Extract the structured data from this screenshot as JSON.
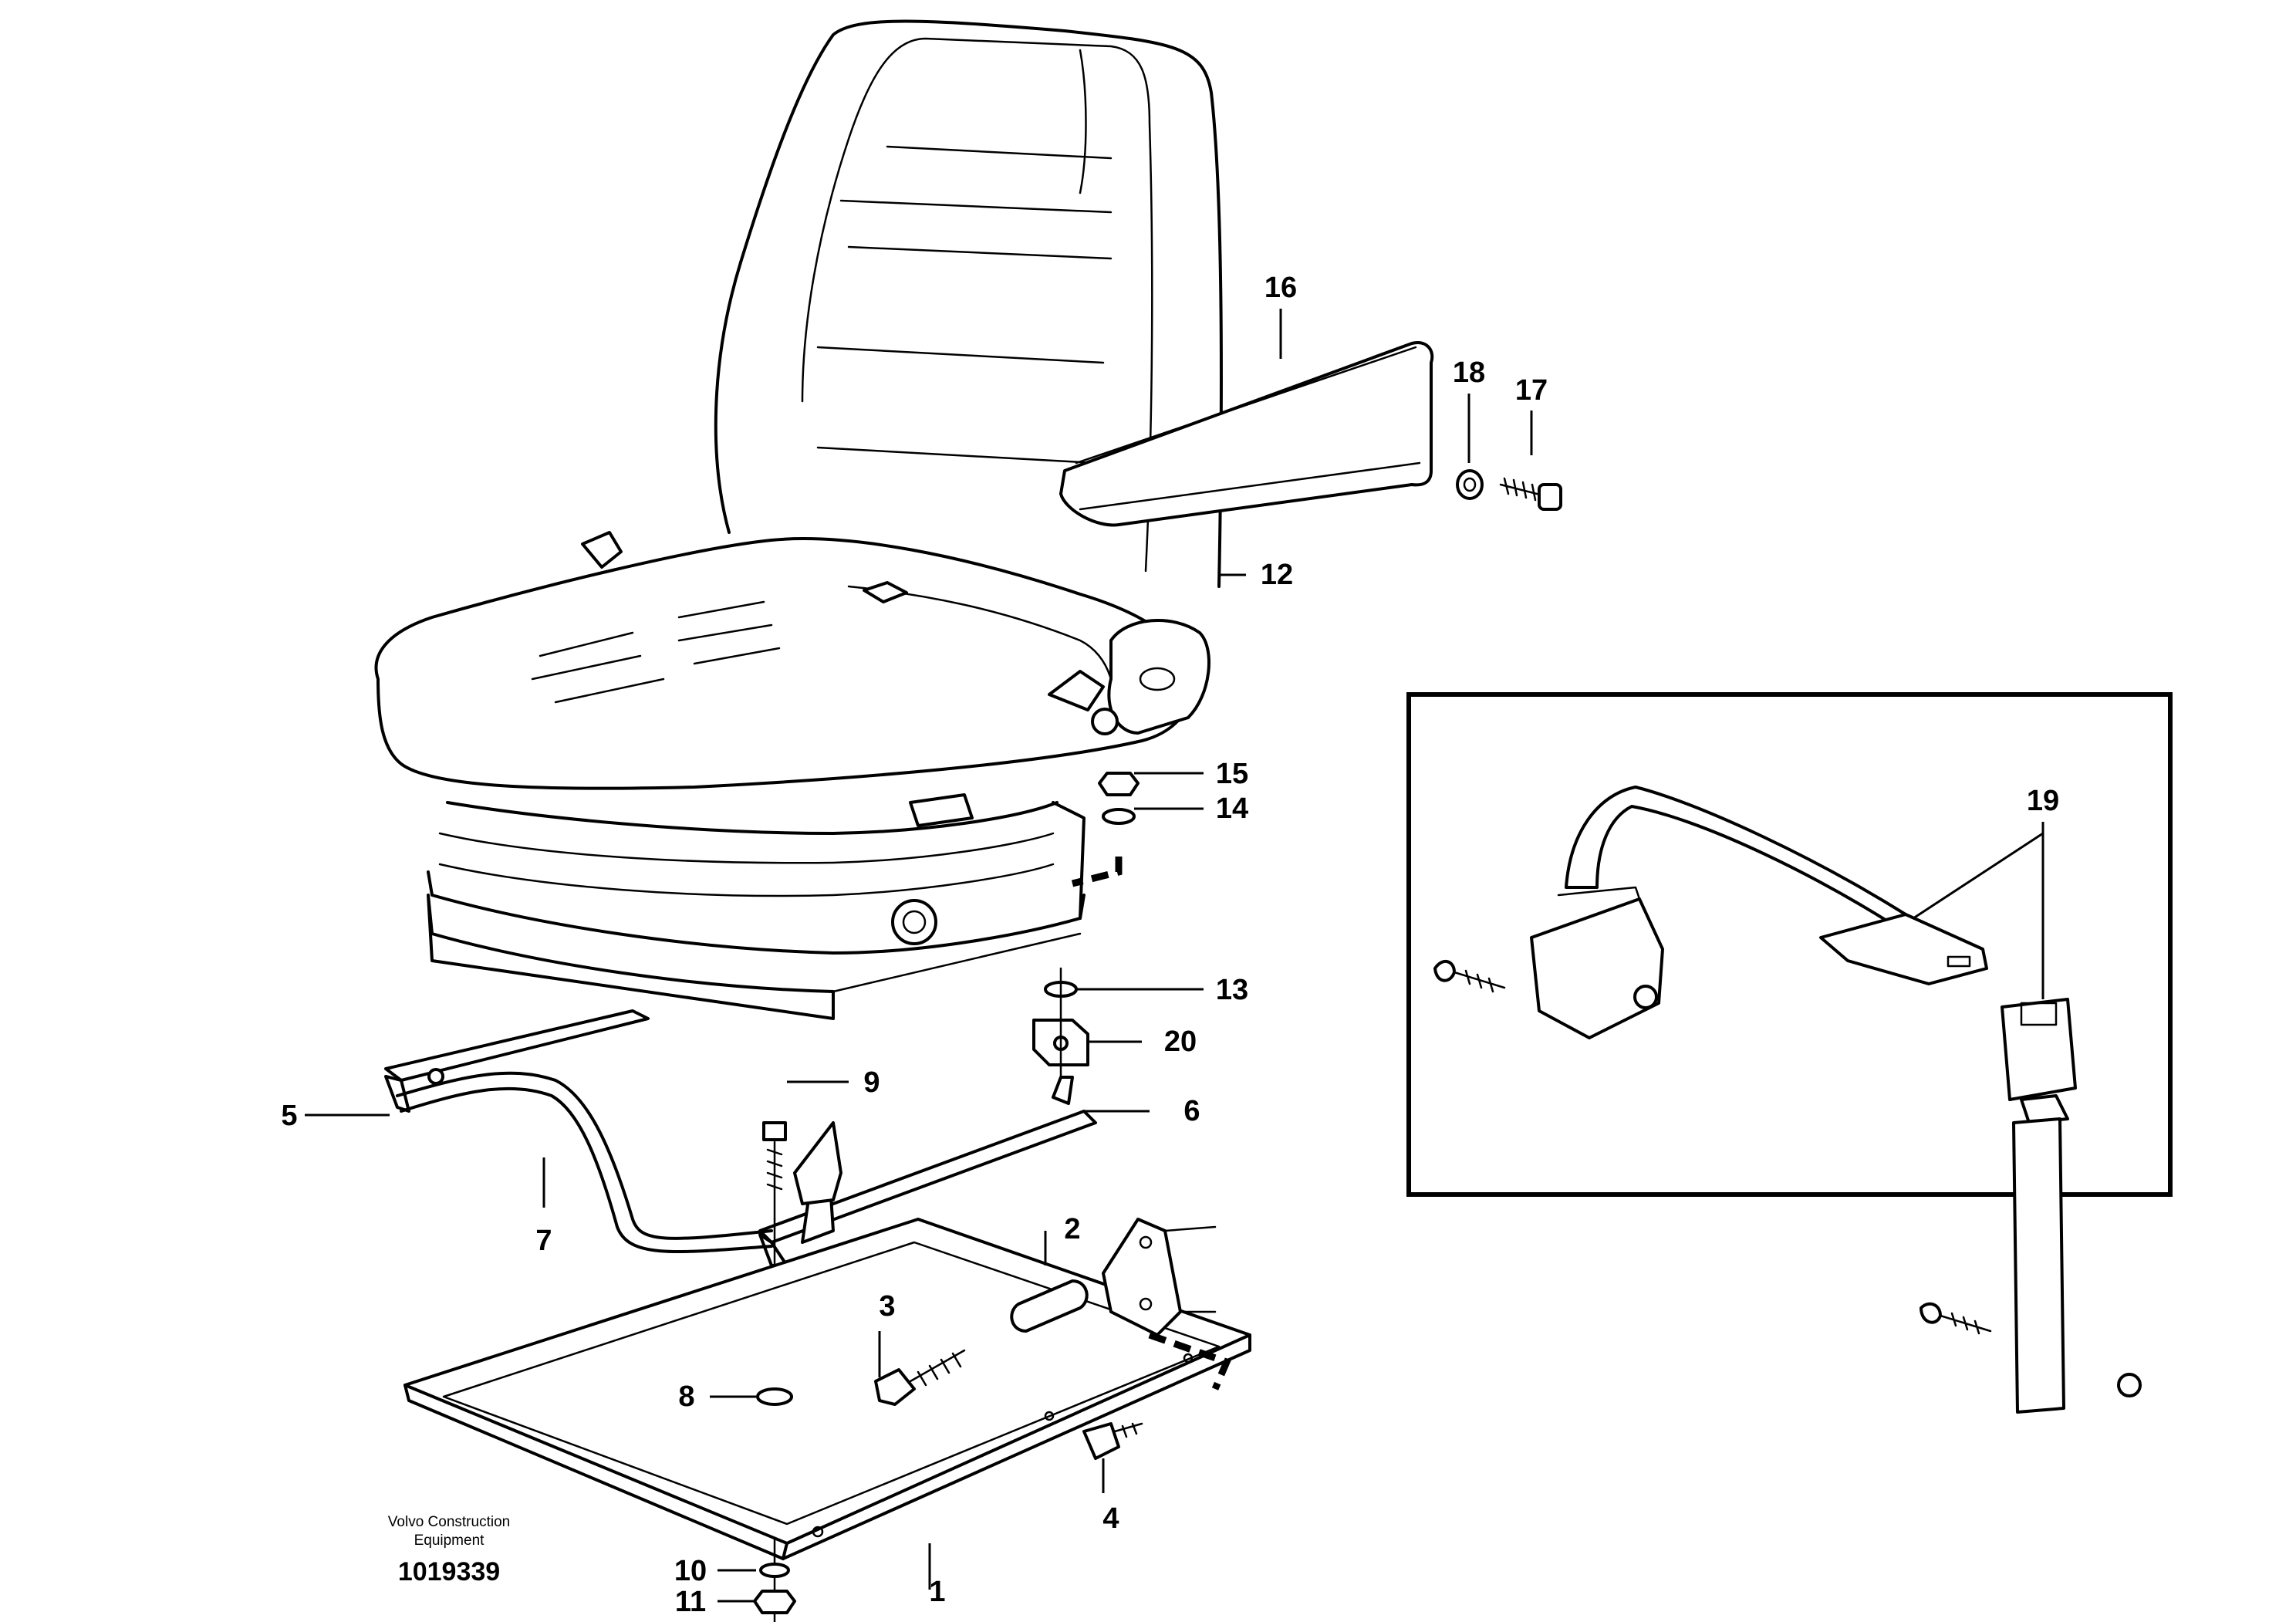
{
  "drawing": {
    "company_line1": "Volvo Construction",
    "company_line2": "Equipment",
    "drawing_number": "1019339"
  },
  "parts": [
    {
      "id": "p1",
      "label": "1"
    },
    {
      "id": "p2",
      "label": "2"
    },
    {
      "id": "p3",
      "label": "3"
    },
    {
      "id": "p4",
      "label": "4"
    },
    {
      "id": "p5",
      "label": "5"
    },
    {
      "id": "p6",
      "label": "6"
    },
    {
      "id": "p7",
      "label": "7"
    },
    {
      "id": "p8",
      "label": "8"
    },
    {
      "id": "p9",
      "label": "9"
    },
    {
      "id": "p10",
      "label": "10"
    },
    {
      "id": "p11",
      "label": "11"
    },
    {
      "id": "p12",
      "label": "12"
    },
    {
      "id": "p13",
      "label": "13"
    },
    {
      "id": "p14",
      "label": "14"
    },
    {
      "id": "p15",
      "label": "15"
    },
    {
      "id": "p16",
      "label": "16"
    },
    {
      "id": "p17",
      "label": "17"
    },
    {
      "id": "p18",
      "label": "18"
    },
    {
      "id": "p19",
      "label": "19"
    },
    {
      "id": "p20",
      "label": "20"
    }
  ]
}
